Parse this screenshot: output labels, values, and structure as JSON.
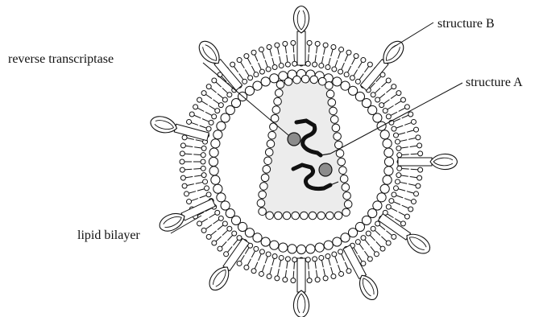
{
  "labels": {
    "structure_b": "structure B",
    "reverse_transcriptase": "reverse transcriptase",
    "structure_a": "structure A",
    "lipid_bilayer": "lipid bilayer"
  },
  "colors": {
    "line": "#111111",
    "capsid_fill": "#ececec",
    "enzyme_fill": "#8c8c8c",
    "background": "#ffffff"
  }
}
